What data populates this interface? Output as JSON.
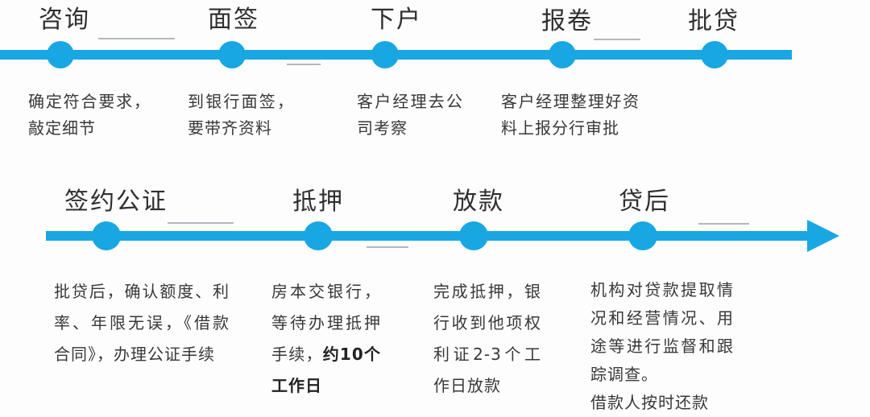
{
  "diagram": {
    "title_semantic": "loan-application-process-timeline",
    "accent_color": "#18a7e3",
    "underline_color": "#9aa0a6",
    "rows": [
      {
        "steps": [
          {
            "label": "咨询",
            "desc": "确定符合要求，敲定细节"
          },
          {
            "label": "面签",
            "desc": "到银行面签，要带齐资料"
          },
          {
            "label": "下户",
            "desc": "客户经理去公司考察"
          },
          {
            "label": "报卷",
            "desc": "客户经理整理好资料上报分行审批"
          },
          {
            "label": "批贷",
            "desc": ""
          }
        ]
      },
      {
        "steps": [
          {
            "label": "签约公证",
            "desc": "批贷后，确认额度、利率、年限无误，《借款合同》，办理公证手续"
          },
          {
            "label": "抵押",
            "desc": "房本交银行，等待办理抵押手续，",
            "desc_bold": "约10个工作日"
          },
          {
            "label": "放款",
            "desc": "完成抵押，银行收到他项权利证2-3个工作日放款"
          },
          {
            "label": "贷后",
            "desc": "机构对贷款提取情况和经营情况、用途等进行监督和跟踪调查。",
            "desc2": "借款人按时还款"
          }
        ]
      }
    ]
  }
}
